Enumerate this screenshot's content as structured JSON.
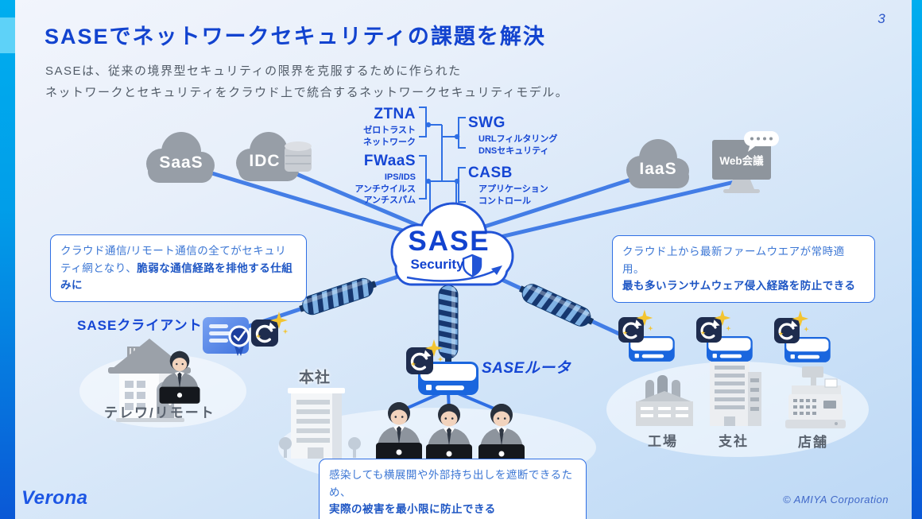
{
  "page": {
    "number": "3"
  },
  "header": {
    "title": "SASEでネットワークセキュリティの課題を解決",
    "subtitle1": "SASEは、従来の境界型セキュリティの限界を克服するために作られた",
    "subtitle2": "ネットワークとセキュリティをクラウド上で統合するネットワークセキュリティモデル。"
  },
  "services": {
    "ztna": {
      "name": "ZTNA",
      "lines": [
        "ゼロトラスト",
        "ネットワーク"
      ]
    },
    "swg": {
      "name": "SWG",
      "lines": [
        "URLフィルタリング",
        "DNSセキュリティ"
      ]
    },
    "fwaas": {
      "name": "FWaaS",
      "lines": [
        "IPS/IDS",
        "アンチウイルス",
        "アンチスパム"
      ]
    },
    "casb": {
      "name": "CASB",
      "lines": [
        "アプリケーション",
        "コントロール"
      ]
    }
  },
  "clouds": {
    "saas": "SaaS",
    "idc": "IDC",
    "iaas": "IaaS"
  },
  "web_meeting": {
    "label": "Web会議"
  },
  "sase_cloud": {
    "title": "SASE",
    "subtitle": "Security"
  },
  "callouts": {
    "left": {
      "line1": "クラウド通信/リモート通信の全てがセキュリティ",
      "line2_normal": "網となり、",
      "line2_bold": "脆弱な通信経路を排他する仕組みに"
    },
    "right": {
      "line1": "クラウド上から最新ファームウエアが常時適用。",
      "line2_bold": "最も多いランサムウェア侵入経路を防止できる"
    },
    "bottom": {
      "line1": "感染しても横展開や外部持ち出しを遮断できるため、",
      "line2_bold": "実際の被害を最小限に防止できる"
    }
  },
  "labels": {
    "sase_client": "SASEクライアント",
    "telework": "テレワ/リモート",
    "head_office": "本社",
    "sase_router": "SASEルータ",
    "factory": "工場",
    "branch": "支社",
    "store": "店舗"
  },
  "footer": {
    "logo": "Verona",
    "copyright": "© AMIYA Corporation"
  },
  "colors": {
    "accent_blue": "#1243cf",
    "line_blue": "#2f6fe4",
    "bar_cyan": "#00aeef",
    "bar_deep": "#0a58d6",
    "cloud_gray": "#979ea7",
    "gold": "#f3c431",
    "navy": "#1e2c4e"
  }
}
